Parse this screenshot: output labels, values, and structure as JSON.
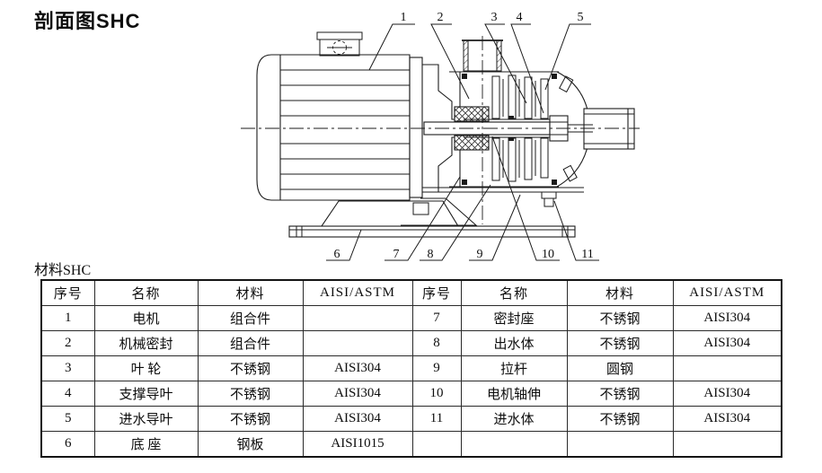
{
  "title": "剖面图SHC",
  "materials_label": "材料SHC",
  "diagram": {
    "description": "pump cross-section drawing",
    "callouts": [
      "1",
      "2",
      "3",
      "4",
      "5",
      "6",
      "7",
      "8",
      "9",
      "10",
      "11"
    ]
  },
  "table": {
    "headers": [
      "序号",
      "名称",
      "材料",
      "AISI/ASTM"
    ],
    "left_rows": [
      [
        "1",
        "电机",
        "组合件",
        ""
      ],
      [
        "2",
        "机械密封",
        "组合件",
        ""
      ],
      [
        "3",
        "叶 轮",
        "不锈钢",
        "AISI304"
      ],
      [
        "4",
        "支撑导叶",
        "不锈钢",
        "AISI304"
      ],
      [
        "5",
        "进水导叶",
        "不锈钢",
        "AISI304"
      ],
      [
        "6",
        "底 座",
        "钢板",
        "AISI1015"
      ]
    ],
    "right_rows": [
      [
        "7",
        "密封座",
        "不锈钢",
        "AISI304"
      ],
      [
        "8",
        "出水体",
        "不锈钢",
        "AISI304"
      ],
      [
        "9",
        "拉杆",
        "圆钢",
        ""
      ],
      [
        "10",
        "电机轴伸",
        "不锈钢",
        "AISI304"
      ],
      [
        "11",
        "进水体",
        "不锈钢",
        "AISI304"
      ],
      [
        "",
        "",
        "",
        ""
      ]
    ]
  }
}
